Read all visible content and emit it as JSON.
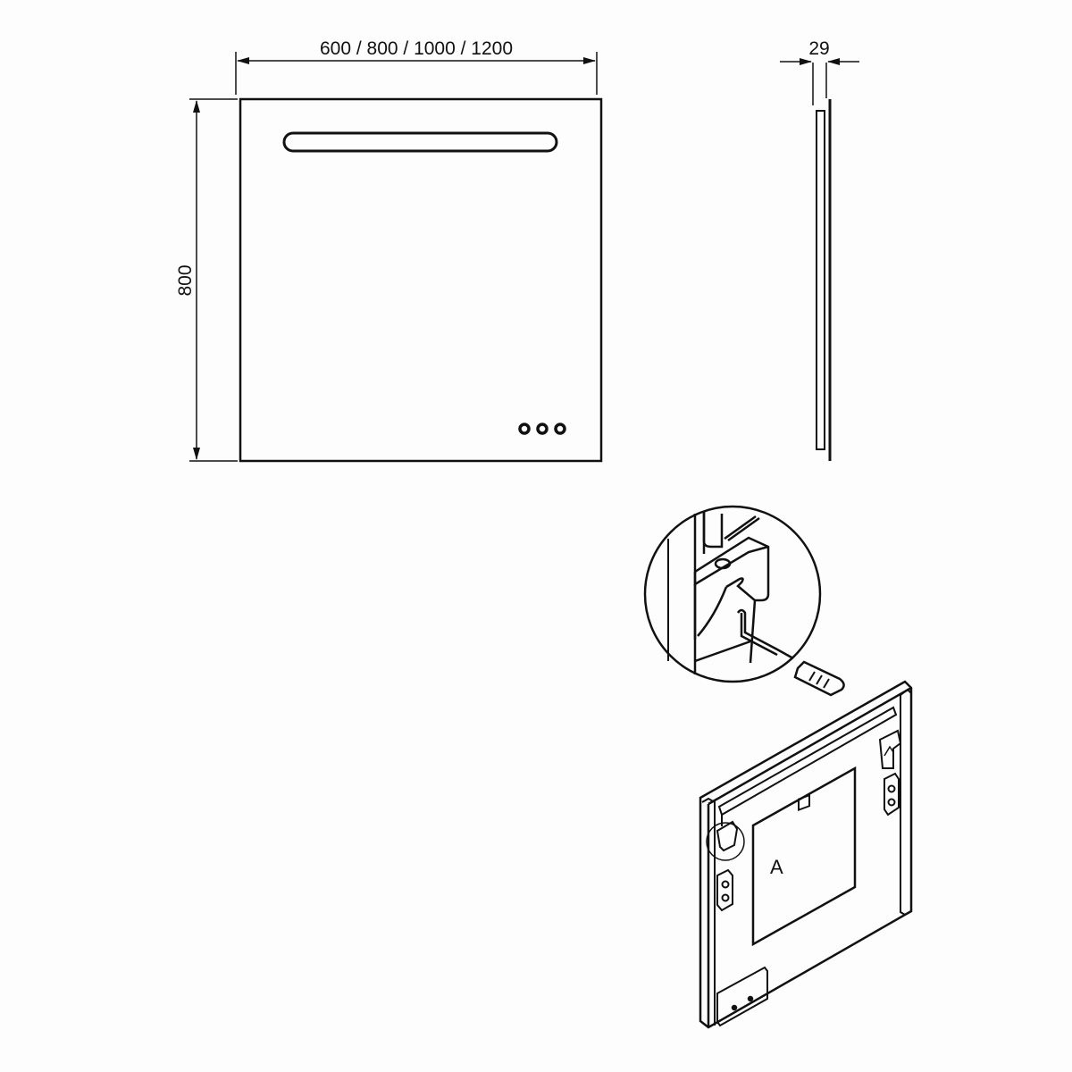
{
  "diagram": {
    "type": "technical-drawing",
    "subject": "LED mirror dimensions and wall mounting",
    "colors": {
      "line": "#111111",
      "background": "#fdfdfd"
    },
    "front_view": {
      "width_dimension": "600 / 800 / 1000 / 1200",
      "height_dimension": "800",
      "features": [
        "led-light-strip",
        "touch-buttons"
      ],
      "button_count": 3
    },
    "side_view": {
      "depth_dimension": "29"
    },
    "detail_view": {
      "label": "A",
      "description": "hanging bracket on wall hook with screw and wall plug"
    }
  }
}
